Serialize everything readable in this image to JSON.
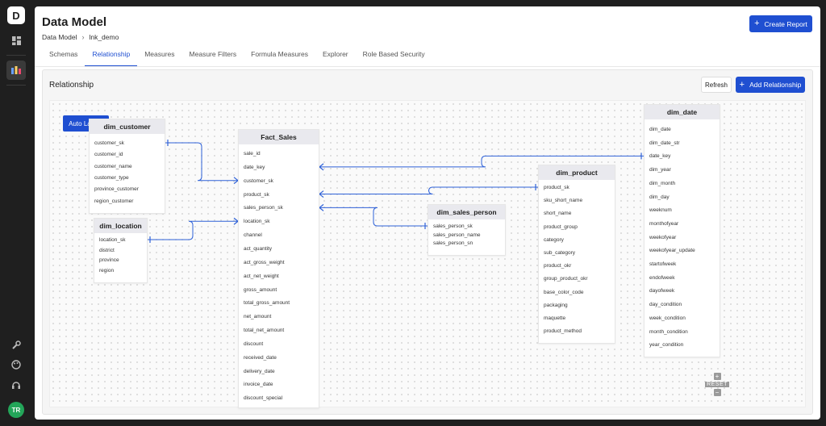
{
  "sidebar": {
    "logo_text": "D",
    "items": [
      "dashboard-icon",
      "data-model-icon"
    ],
    "bottom_items": [
      "wrench-icon",
      "palette-icon",
      "headset-icon"
    ],
    "avatar_initials": "TR"
  },
  "header": {
    "title": "Data Model",
    "breadcrumb": [
      "Data Model",
      "lnk_demo"
    ],
    "create_report_label": "Create Report"
  },
  "tabs": [
    "Schemas",
    "Relationship",
    "Measures",
    "Measure Filters",
    "Formula Measures",
    "Explorer",
    "Role Based Security"
  ],
  "active_tab": "Relationship",
  "panel": {
    "title": "Relationship",
    "refresh_label": "Refresh",
    "add_label": "Add Relationship",
    "auto_layout_label": "Auto Layout"
  },
  "tables": [
    {
      "name": "dim_customer",
      "fields": [
        "customer_sk",
        "customer_id",
        "customer_name",
        "customer_type",
        "province_customer",
        "region_customer"
      ]
    },
    {
      "name": "dim_location",
      "fields": [
        "location_sk",
        "district",
        "province",
        "region"
      ]
    },
    {
      "name": "Fact_Sales",
      "fields": [
        "sale_id",
        "date_key",
        "customer_sk",
        "product_sk",
        "sales_person_sk",
        "location_sk",
        "channel",
        "act_quantity",
        "act_gross_weight",
        "act_net_weight",
        "gross_amount",
        "total_gross_amount",
        "net_amount",
        "total_net_amount",
        "discount",
        "received_date",
        "delivery_date",
        "invoice_date",
        "discount_special"
      ]
    },
    {
      "name": "dim_sales_person",
      "fields": [
        "sales_person_sk",
        "sales_person_name",
        "sales_person_sn"
      ]
    },
    {
      "name": "dim_product",
      "fields": [
        "product_sk",
        "sku_short_name",
        "short_name",
        "product_group",
        "category",
        "sub_category",
        "product_okr",
        "group_product_okr",
        "base_color_code",
        "packaging",
        "maquette",
        "product_method"
      ]
    },
    {
      "name": "dim_date",
      "fields": [
        "dim_date",
        "dim_date_str",
        "date_key",
        "dim_year",
        "dim_month",
        "dim_day",
        "weeknum",
        "monthofyear",
        "weekofyear",
        "weekofyear_update",
        "startofweek",
        "endofweek",
        "dayofweek",
        "day_condition",
        "week_condition",
        "month_condition",
        "year_condition"
      ]
    }
  ],
  "zoom": {
    "in_label": "+",
    "reset_label": "RESET",
    "out_label": "−"
  },
  "colors": {
    "accent": "#1f4fd1",
    "edge": "#2f62d8"
  }
}
